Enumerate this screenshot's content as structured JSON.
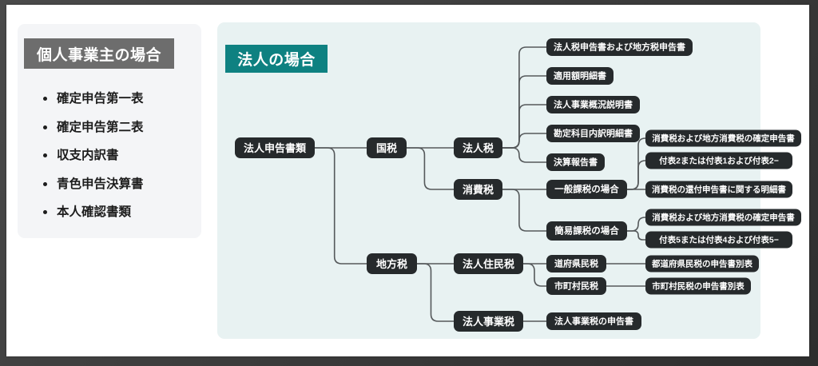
{
  "left_card": {
    "header": "個人事業主の場合",
    "items": [
      "確定申告第一表",
      "確定申告第二表",
      "収支内訳書",
      "青色申告決算書",
      "本人確認書類"
    ]
  },
  "right_panel": {
    "badge": "法人の場合",
    "accent_color": "#0e8181",
    "panel_color": "#e8f2f2",
    "node_color": "#262a2c",
    "link_color": "#55595b"
  },
  "tree": {
    "root": "法人申告書類",
    "nodes": {
      "kokuzei": "国税",
      "chihouzei": "地方税",
      "houjinzei": "法人税",
      "shouhizei": "消費税",
      "ippan": "一般課税の場合",
      "kanni": "簡易課税の場合",
      "juuminzei": "法人住民税",
      "jigyouzei": "法人事業税",
      "doufuken": "道府県民税",
      "shichouson": "市町村民税"
    },
    "houjinzei_docs": [
      "法人税申告書および地方税申告書",
      "適用額明細書",
      "法人事業概況説明書",
      "勘定科目内訳明細書",
      "決算報告書"
    ],
    "ippan_docs": [
      "消費税および地方消費税の確定申告書",
      "付表2または付表1および付表2−",
      "消費税の還付申告書に関する明細書"
    ],
    "kanni_docs": [
      "消費税および地方消費税の確定申告書",
      "付表5または付表4および付表5−"
    ],
    "doufuken_docs": [
      "都道府県民税の申告書別表"
    ],
    "shichouson_docs": [
      "市町村民税の申告書別表"
    ],
    "jigyouzei_docs": [
      "法人事業税の申告書"
    ]
  }
}
